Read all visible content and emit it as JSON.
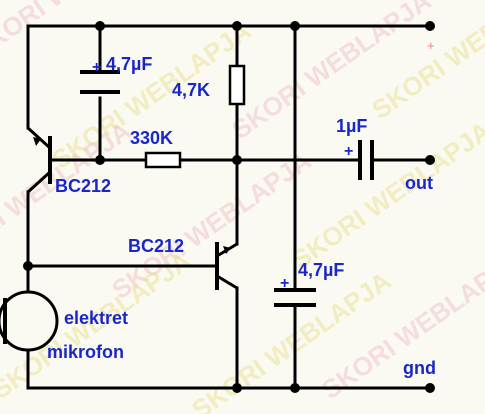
{
  "watermark": {
    "text": "SKORI WEBLAPJA"
  },
  "labels": {
    "c1": "4,7µF",
    "c1_polarity": "+",
    "r1": "4,7K",
    "r2": "330K",
    "q1": "BC212",
    "q2": "BC212",
    "c_out": "1µF",
    "c_out_polarity": "+",
    "out": "out",
    "c2": "4,7µF",
    "c2_polarity": "+",
    "mic_line1": "elektret",
    "mic_line2": "mikrofon",
    "gnd": "gnd",
    "vcc_plus": "+"
  },
  "colors": {
    "wire": "#000000",
    "label": "#1a27c8",
    "node": "#000000",
    "vcc_plus": "#f08080"
  }
}
